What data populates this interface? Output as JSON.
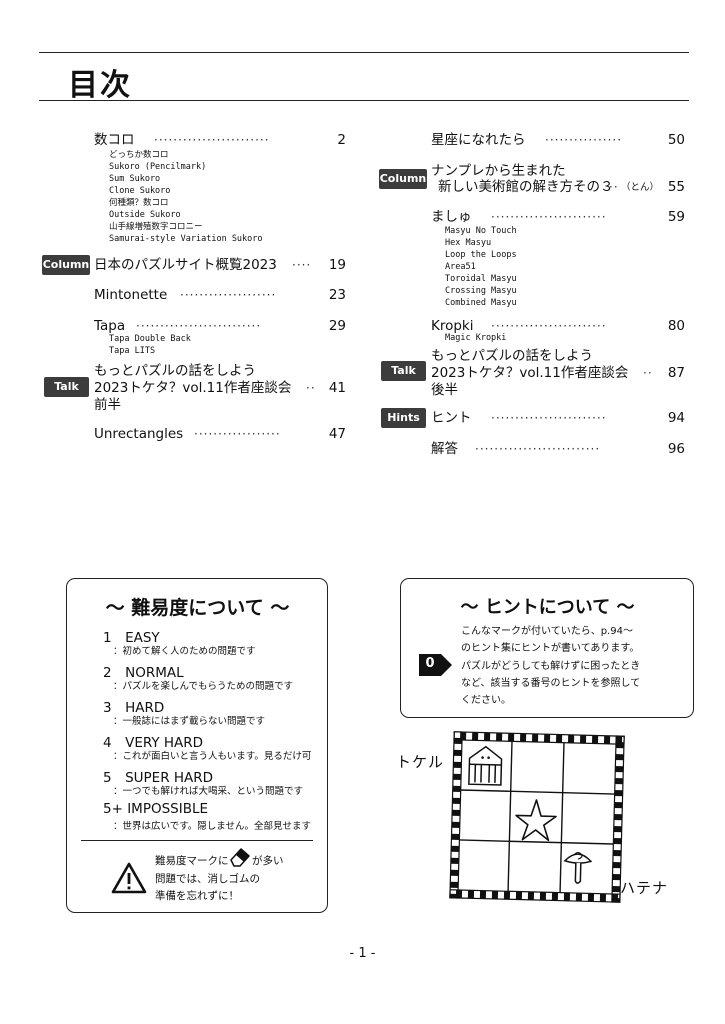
{
  "title": "目次",
  "toc_left": [
    {
      "label": "数コロ",
      "dots": "························",
      "page": "2",
      "subs": [
        "どっちか数コロ",
        "Sukoro (Pencilmark)",
        "Sum Sukoro",
        "Clone Sukoro",
        "何種類？数コロ",
        "Outside Sukoro",
        "山手線増殖数字コロニー",
        "Samurai-style Variation Sukoro"
      ]
    },
    {
      "tag": "Column",
      "label": "日本のパズルサイト概覧2023",
      "dots": "····",
      "page": "19"
    },
    {
      "label": "Mintonette",
      "dots": "····················",
      "page": "23"
    },
    {
      "label": "Tapa",
      "dots": "··························",
      "page": "29",
      "subs": [
        "Tapa Double Back",
        "Tapa LITS"
      ]
    },
    {
      "tag": "Talk",
      "lines": [
        "もっとパズルの話をしよう",
        "2023トケタ？vol.11作者座談会",
        "前半"
      ],
      "dots": "··",
      "page": "41"
    },
    {
      "label": "Unrectangles",
      "dots": "··················",
      "page": "47"
    }
  ],
  "toc_right": [
    {
      "label": "星座になれたら",
      "dots": "················",
      "page": "50"
    },
    {
      "tag": "Column",
      "lines": [
        "ナンプレから生まれた",
        "新しい美術館の解き方その３"
      ],
      "dots": "··",
      "note": "（とん）",
      "page": "55"
    },
    {
      "label": "ましゅ",
      "dots": "························",
      "page": "59",
      "subs": [
        "Masyu No Touch",
        "Hex Masyu",
        "Loop the Loops",
        "Area51",
        "Toroidal Masyu",
        "Crossing Masyu",
        "Combined Masyu"
      ]
    },
    {
      "label": "Kropki",
      "dots": "························",
      "page": "80",
      "subs": [
        "Magic Kropki"
      ]
    },
    {
      "tag": "Talk",
      "lines": [
        "もっとパズルの話をしよう",
        "2023トケタ？vol.11作者座談会",
        "後半"
      ],
      "dots": "··",
      "page": "87"
    },
    {
      "tag": "Hints",
      "label": "ヒント",
      "dots": "························",
      "page": "94"
    },
    {
      "label": "解答",
      "dots": "··························",
      "page": "96"
    }
  ],
  "difficulty": {
    "heading": "〜 難易度について 〜",
    "levels": [
      {
        "name": "1　EASY",
        "desc": "：初めて解く人のための問題です"
      },
      {
        "name": "2　NORMAL",
        "desc": "：パズルを楽しんでもらうための問題です"
      },
      {
        "name": "3　HARD",
        "desc": "：一般誌にはまず載らない問題です"
      },
      {
        "name": "4　VERY HARD",
        "desc": "：これが面白いと言う人もいます。見るだけ可"
      },
      {
        "name": "5　SUPER HARD",
        "desc": "：一つでも解ければ大喝采、という問題です"
      },
      {
        "name": "5+ IMPOSSIBLE",
        "desc": "：世界は広いです。隠しません。全部見せます"
      }
    ],
    "note_lines": [
      "難易度マークに",
      "が多い",
      "問題では、消しゴムの",
      "準備を忘れずに！"
    ]
  },
  "hint_box": {
    "heading": "〜 ヒントについて 〜",
    "badge": "0",
    "lines": [
      "こんなマークが付いていたら、p.94〜",
      "のヒント集にヒントが書いてあります。",
      "パズルがどうしても解けずに困ったとき",
      "など、該当する番号のヒントを参照して",
      "ください。"
    ]
  },
  "sketch": {
    "label_left": "トケル",
    "label_right": "ハテナ"
  },
  "page_number": "- 1 -"
}
